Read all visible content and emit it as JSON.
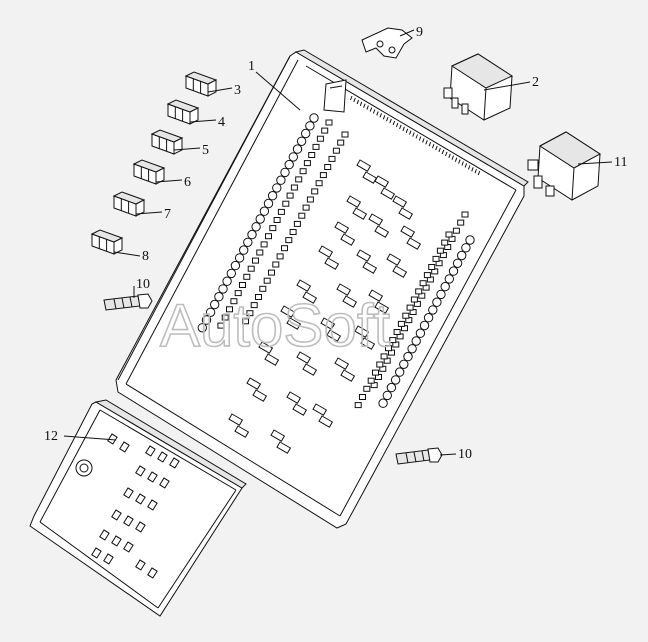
{
  "watermark": "AutoSoft",
  "callouts": {
    "c1": "1",
    "c2": "2",
    "c3": "3",
    "c4": "4",
    "c5": "5",
    "c6": "6",
    "c7": "7",
    "c8": "8",
    "c9": "9",
    "c10a": "10",
    "c10b": "10",
    "c11": "11",
    "c12": "12"
  },
  "colors": {
    "line": "#111111",
    "background": "#f2f2f2",
    "watermark": "#bdbdbd"
  }
}
